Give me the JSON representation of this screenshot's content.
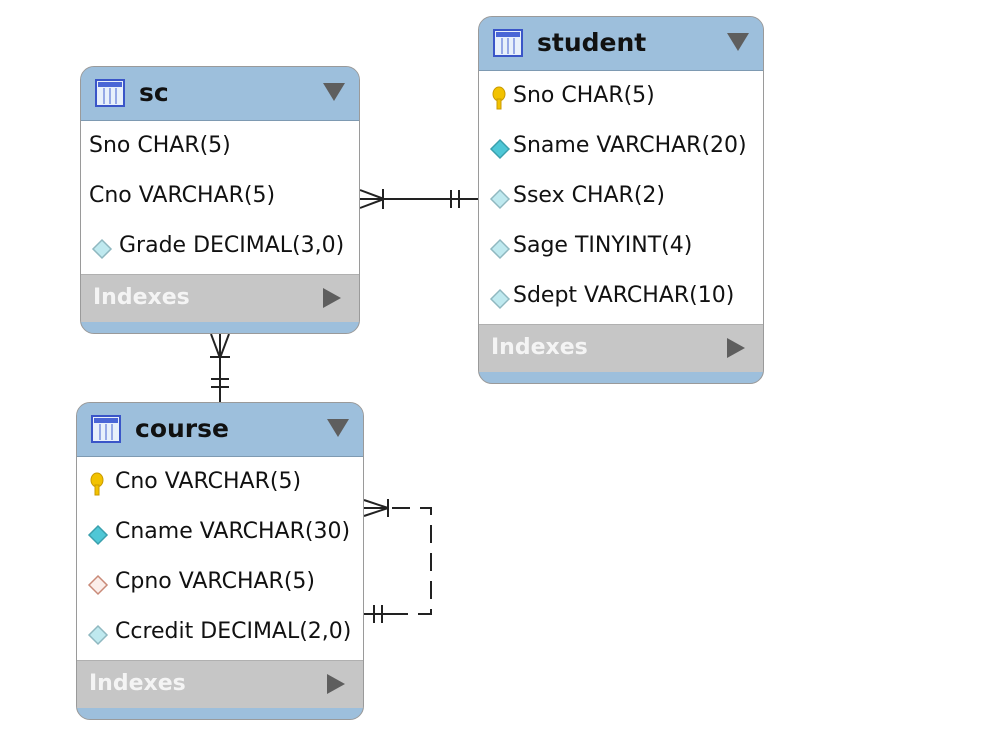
{
  "tables": {
    "sc": {
      "title": "sc",
      "columns": [
        {
          "text": "Sno CHAR(5)",
          "icon": "none"
        },
        {
          "text": "Cno VARCHAR(5)",
          "icon": "none"
        },
        {
          "text": "Grade DECIMAL(3,0)",
          "icon": "nullable-diamond-icon"
        }
      ],
      "indexes_label": "Indexes"
    },
    "student": {
      "title": "student",
      "columns": [
        {
          "text": "Sno CHAR(5)",
          "icon": "primary-key-icon"
        },
        {
          "text": "Sname VARCHAR(20)",
          "icon": "not-null-diamond-icon"
        },
        {
          "text": "Ssex CHAR(2)",
          "icon": "nullable-diamond-icon"
        },
        {
          "text": "Sage TINYINT(4)",
          "icon": "nullable-diamond-icon"
        },
        {
          "text": "Sdept VARCHAR(10)",
          "icon": "nullable-diamond-icon"
        }
      ],
      "indexes_label": "Indexes"
    },
    "course": {
      "title": "course",
      "columns": [
        {
          "text": "Cno VARCHAR(5)",
          "icon": "primary-key-icon"
        },
        {
          "text": "Cname VARCHAR(30)",
          "icon": "not-null-diamond-icon"
        },
        {
          "text": "Cpno VARCHAR(5)",
          "icon": "foreign-key-diamond-icon"
        },
        {
          "text": "Ccredit DECIMAL(2,0)",
          "icon": "nullable-diamond-icon"
        }
      ],
      "indexes_label": "Indexes"
    }
  },
  "relationships": [
    {
      "from": "sc",
      "to": "student",
      "type": "many-to-one",
      "style": "solid"
    },
    {
      "from": "sc",
      "to": "course",
      "type": "many-to-one",
      "style": "solid"
    },
    {
      "from": "course",
      "to": "course",
      "type": "many-to-one",
      "style": "dashed"
    }
  ],
  "colors": {
    "header": "#9dbfdc",
    "indexes_bar": "#c6c6c6",
    "key": "#f2c200",
    "not_null_diamond": "#4fc7d6",
    "nullable_diamond": "#bfe9ef",
    "foreign_key_diamond": "#d9a090"
  }
}
